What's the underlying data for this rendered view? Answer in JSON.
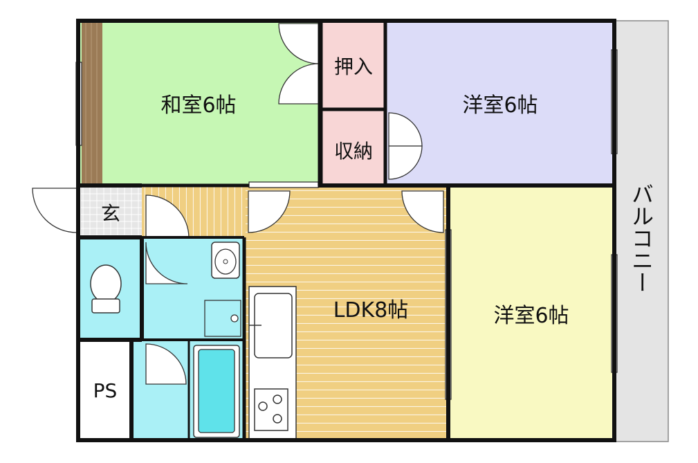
{
  "rooms": {
    "washitsu": {
      "label": "和室6帖",
      "color": "#c6f7b4"
    },
    "yoshitsu_top": {
      "label": "洋室6帖",
      "color": "#dcdcf8"
    },
    "yoshitsu_bottom": {
      "label": "洋室6帖",
      "color": "#f9f9c2"
    },
    "ldk": {
      "label": "LDK8帖",
      "color": "#f0cf82"
    },
    "oshiire": {
      "label": "押入",
      "color": "#f8d6d6"
    },
    "shuno": {
      "label": "収納",
      "color": "#f8d6d6"
    },
    "genkan": {
      "label": "玄",
      "color": "#e6e6e6"
    },
    "ps": {
      "label": "PS",
      "color": "#ffffff"
    },
    "balcony": {
      "label": "バルコニー",
      "color": "#e4e4e4"
    },
    "wet_area_color": "#aaf0f6"
  }
}
